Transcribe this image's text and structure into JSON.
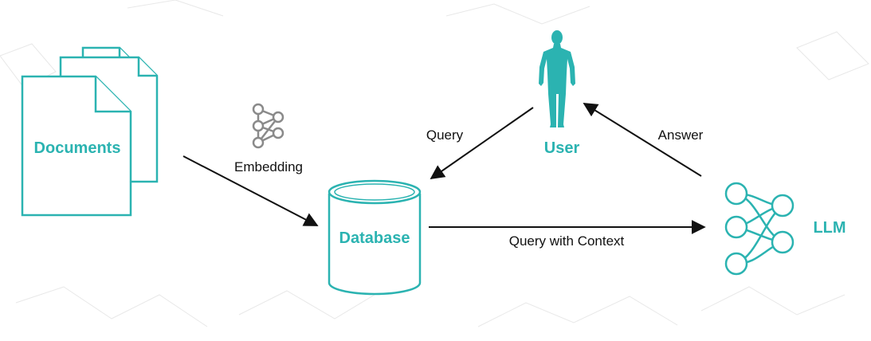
{
  "colors": {
    "accent": "#2bb3b1",
    "embedding_icon": "#8a8a8a",
    "arrows": "#111111",
    "background_network": "#e6e6e6"
  },
  "nodes": {
    "documents": {
      "label": "Documents",
      "icon": "documents-icon"
    },
    "database": {
      "label": "Database",
      "icon": "database-cylinder-icon"
    },
    "user": {
      "label": "User",
      "icon": "person-icon"
    },
    "llm": {
      "label": "LLM",
      "icon": "neural-network-icon"
    },
    "embedding": {
      "label": "Embedding",
      "icon": "embedding-network-icon"
    }
  },
  "edges": {
    "documents_to_database": {
      "label": ""
    },
    "user_to_database": {
      "label": "Query"
    },
    "database_to_llm": {
      "label": "Query with Context"
    },
    "llm_to_user": {
      "label": "Answer"
    }
  }
}
